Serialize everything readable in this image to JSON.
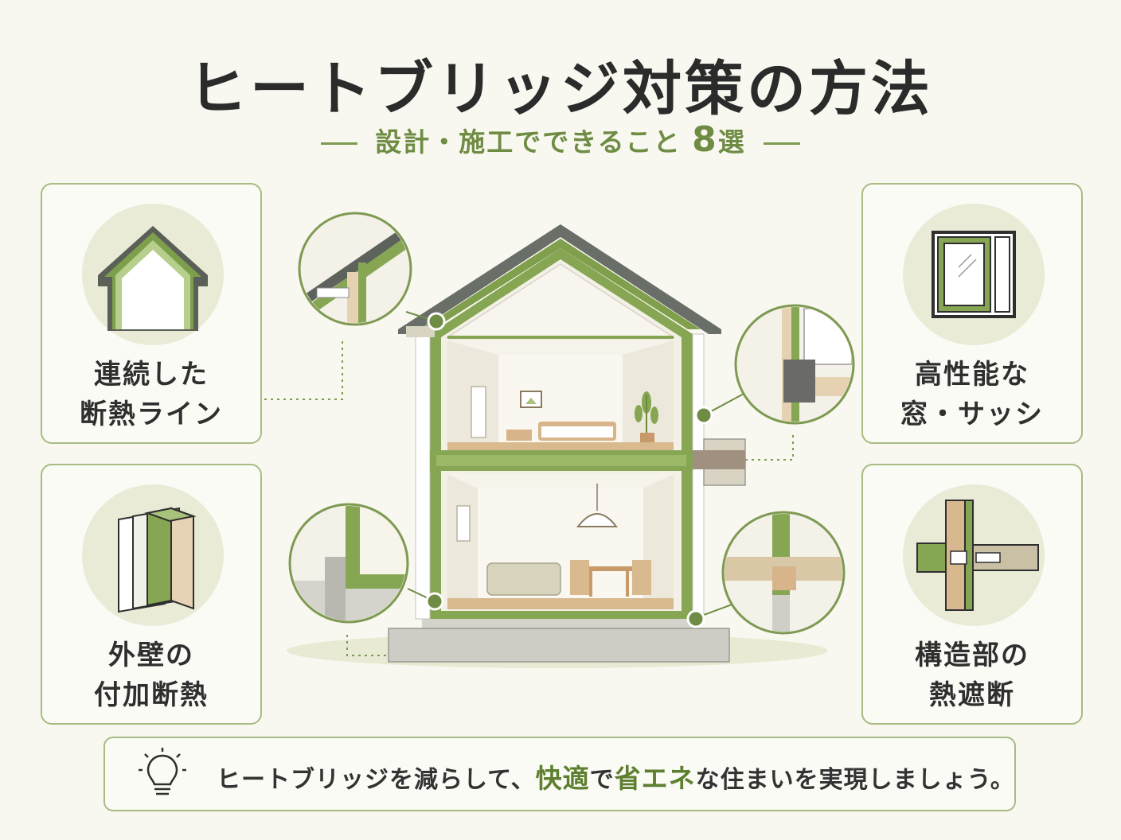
{
  "title": "ヒートブリッジ対策の方法",
  "subtitle": {
    "text": "設計・施工でできること",
    "number": "8",
    "suffix": "選"
  },
  "cards": [
    {
      "line1": "連続した",
      "line2": "断熱ライン",
      "icon": "house-insulation-icon"
    },
    {
      "line1": "外壁の",
      "line2": "付加断熱",
      "icon": "wall-layers-icon"
    },
    {
      "line1": "高性能な",
      "line2": "窓・サッシ",
      "icon": "window-icon"
    },
    {
      "line1": "構造部の",
      "line2": "熱遮断",
      "icon": "thermal-break-icon"
    }
  ],
  "footer": {
    "icon": "lightbulb-icon",
    "part1": "ヒートブリッジを減らして、",
    "highlight1": "快適",
    "part2": "で",
    "highlight2": "省エネ",
    "part3": "な住まいを実現しましょう。"
  },
  "colors": {
    "accent": "#7a9a4a",
    "insulation": "#86a653",
    "text": "#2f2f2f",
    "background": "#f9f8f0"
  }
}
